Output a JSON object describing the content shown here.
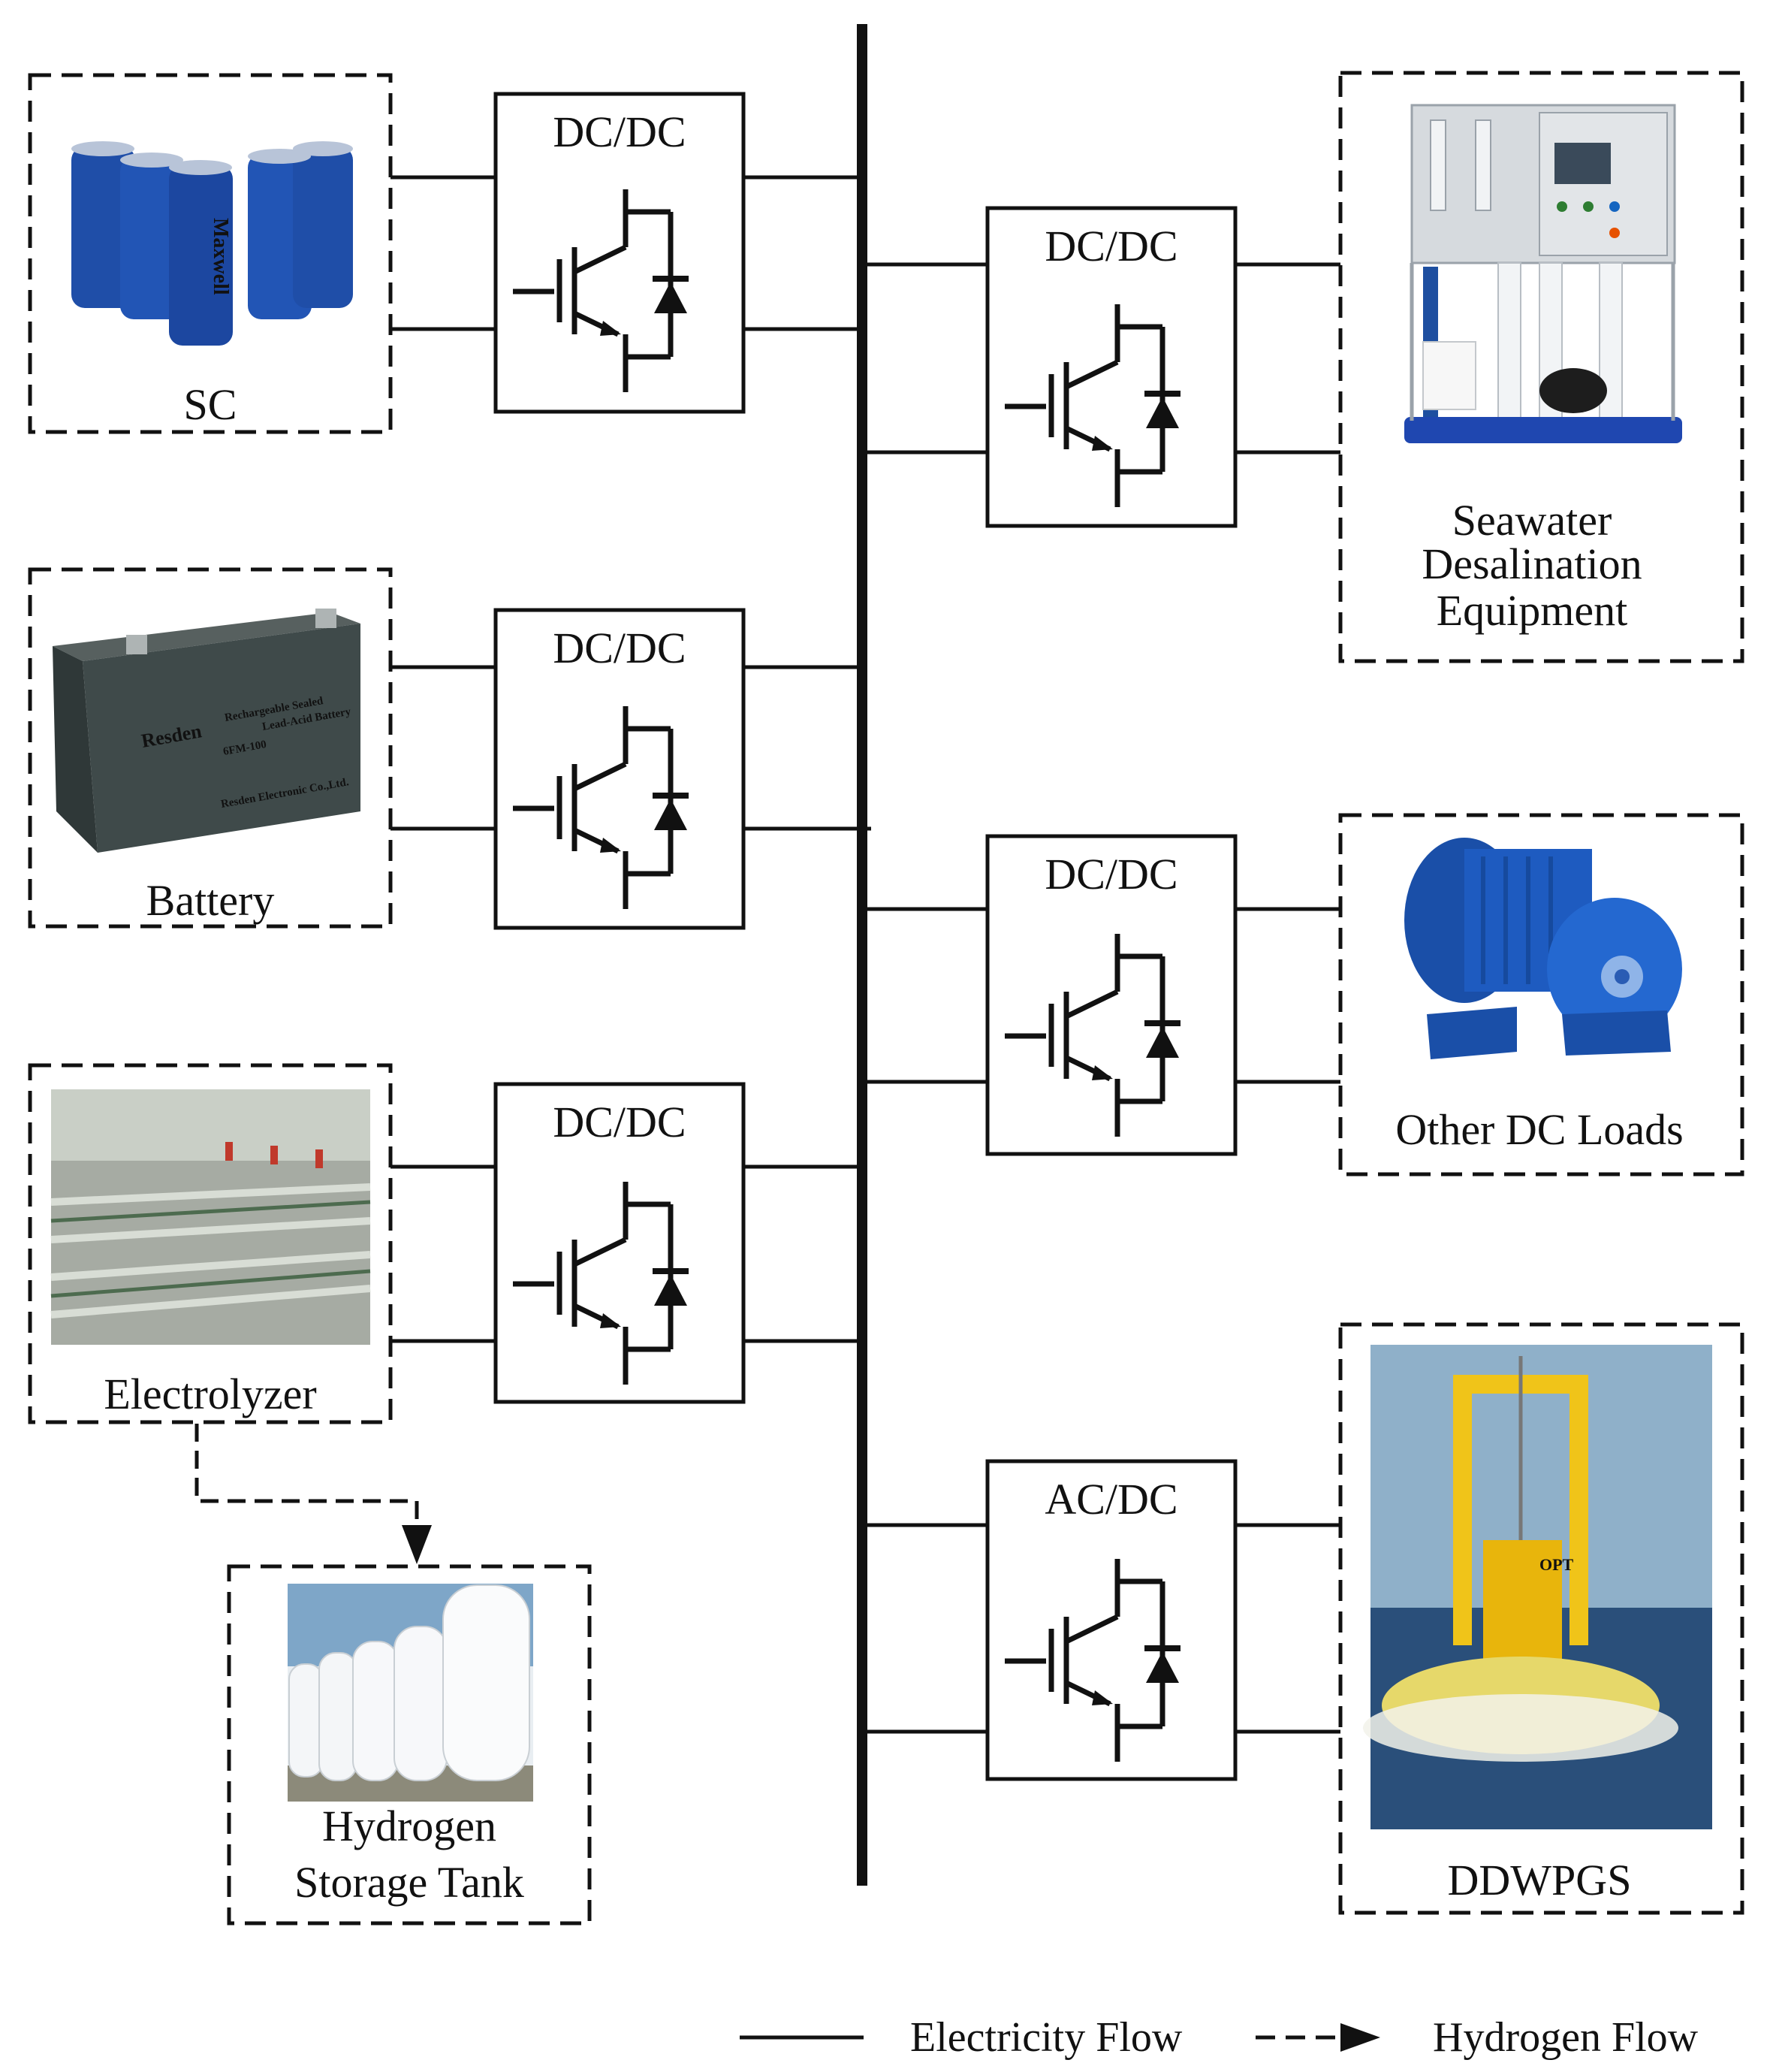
{
  "converters": {
    "sc": "DC/DC",
    "battery": "DC/DC",
    "electrolyzer": "DC/DC",
    "desalination": "DC/DC",
    "dc_loads": "DC/DC",
    "ddwpgs": "AC/DC"
  },
  "components": {
    "sc": "SC",
    "battery": "Battery",
    "electrolyzer": "Electrolyzer",
    "hydrogen_tank": [
      "Hydrogen",
      "Storage Tank"
    ],
    "desalination": [
      "Seawater",
      "Desalination",
      "Equipment"
    ],
    "dc_loads": "Other DC Loads",
    "ddwpgs": "DDWPGS"
  },
  "supercap_brand": "Maxwell",
  "battery_print": {
    "brand": "Resden",
    "line1": "Rechargeable Sealed",
    "line2": "Lead-Acid Battery",
    "model": "6FM-100",
    "maker": "Resden Electronic Co.,Ltd."
  },
  "buoy_print": "OPT",
  "legend": {
    "electricity": "Electricity Flow",
    "hydrogen": "Hydrogen Flow"
  },
  "colors": {
    "line": "#111111",
    "capacitor": "#1f4ea8",
    "battery": "#3f4a4a",
    "motor": "#1e5bc0",
    "buoy": "#f0c419",
    "sea": "#2a4f7a",
    "sky": "#8fb0c9"
  }
}
